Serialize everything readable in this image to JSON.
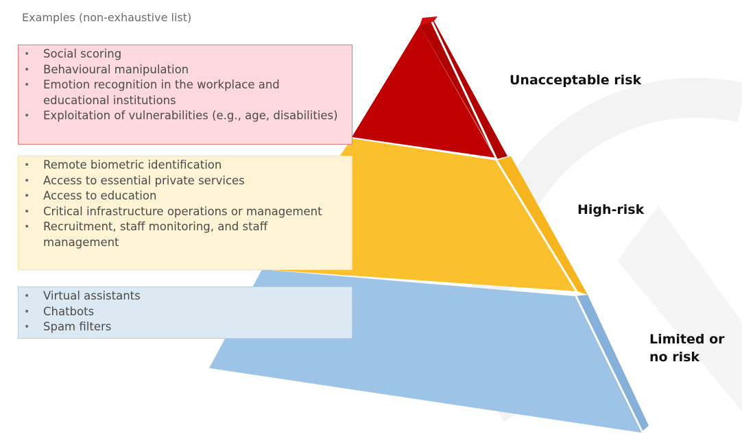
{
  "header": {
    "text": "Examples (non-exhaustive list)"
  },
  "tiers": [
    {
      "label": "Unacceptable risk",
      "color": "#c00000",
      "box_color": "#fdd8dd",
      "examples": [
        "Social scoring",
        "Behavioural manipulation",
        "Emotion recognition in the workplace and educational institutions",
        "Exploitation of vulnerabilities (e.g., age, disabilities)"
      ]
    },
    {
      "label": "High-risk",
      "color": "#fbc02d",
      "box_color": "#fff3d6",
      "examples": [
        "Remote biometric identification",
        "Access to essential private services",
        "Access to education",
        "Critical infrastructure operations or management",
        "Recruitment, staff monitoring, and staff management"
      ]
    },
    {
      "label": "Limited or no risk",
      "color": "#9dc3e6",
      "box_color": "#dce9f2",
      "examples": [
        "Virtual assistants",
        "Chatbots",
        "Spam filters"
      ]
    }
  ]
}
